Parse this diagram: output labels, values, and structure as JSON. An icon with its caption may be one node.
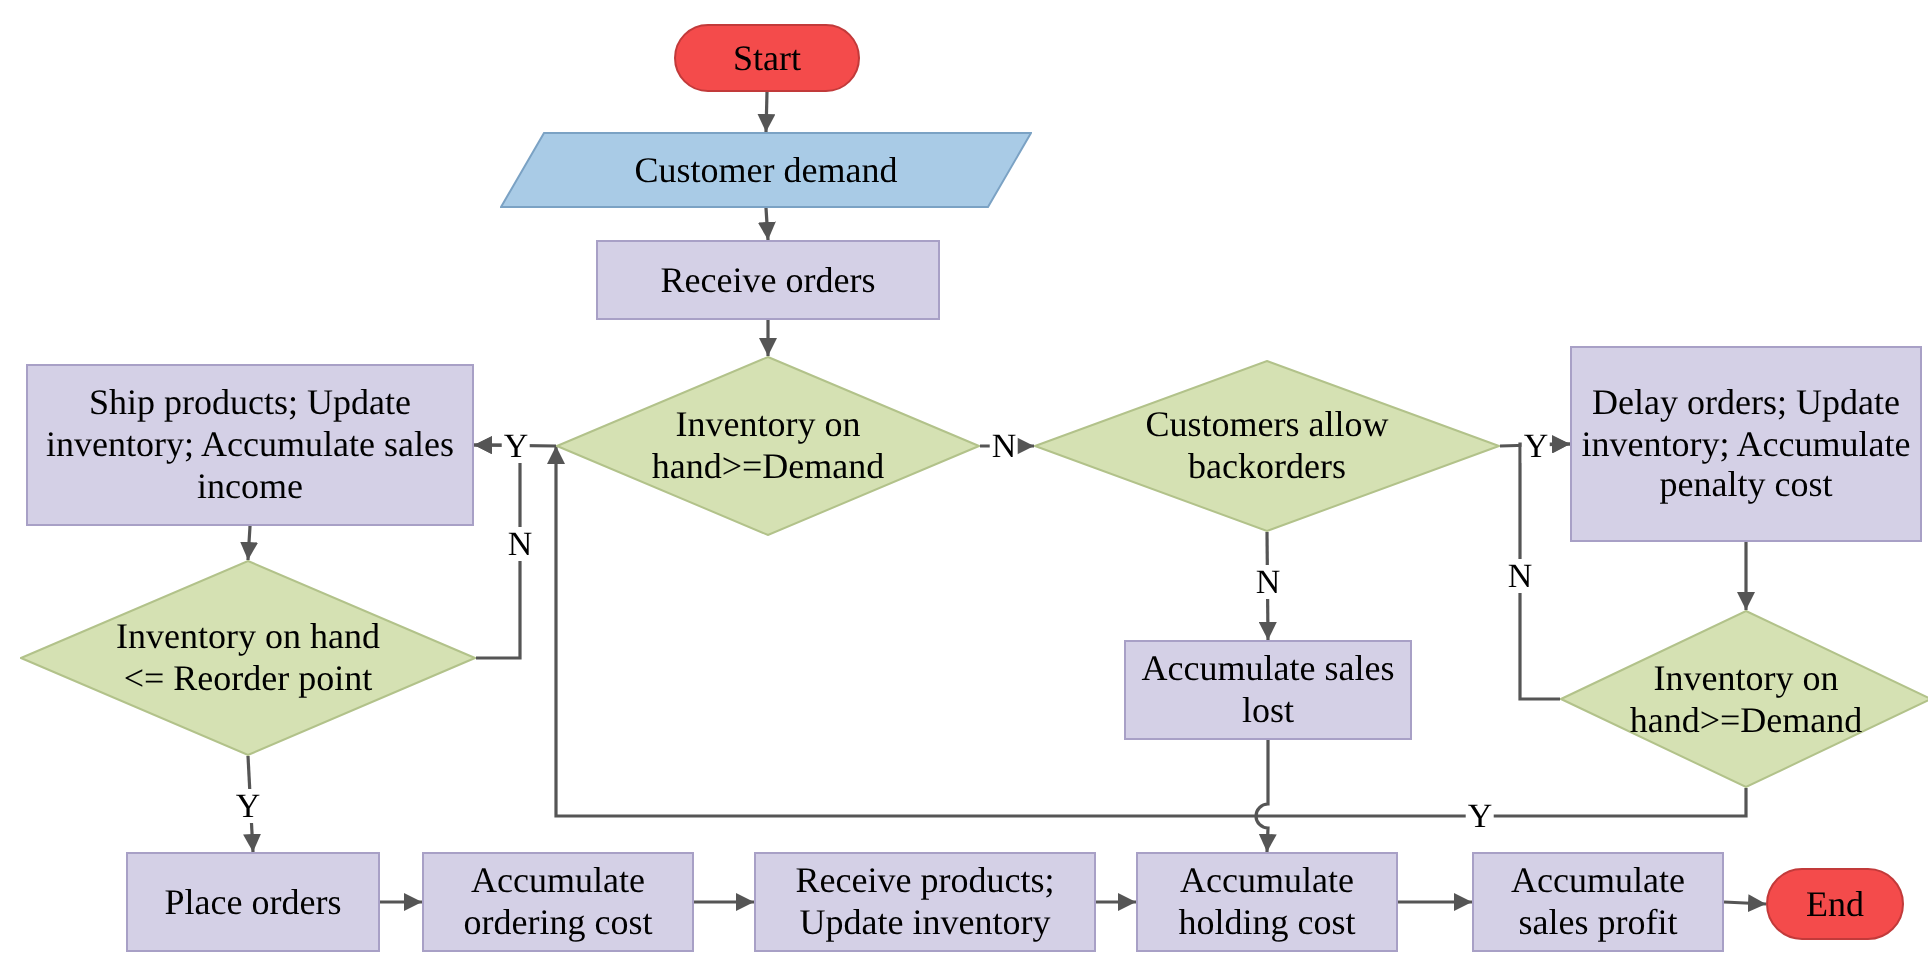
{
  "diagram": {
    "nodes": [
      {
        "text": [
          "Start"
        ]
      },
      {
        "text": [
          "Customer demand"
        ]
      },
      {
        "text": [
          "Receive orders"
        ]
      },
      {
        "text": [
          "Inventory on hand>=Demand"
        ]
      },
      {
        "text": [
          "Customers allow backorders"
        ]
      },
      {
        "text": [
          "Ship products; Update inventory; Accumulate sales income"
        ]
      },
      {
        "text": [
          "Delay orders; Update inventory; Accumulate penalty cost"
        ]
      },
      {
        "text": [
          "Inventory on hand <= Reorder point"
        ]
      },
      {
        "text": [
          "Accumulate sales lost"
        ]
      },
      {
        "text": [
          "Inventory on hand>=Demand"
        ]
      },
      {
        "text": [
          "Place orders"
        ]
      },
      {
        "text": [
          "Accumulate ordering cost"
        ]
      },
      {
        "text": [
          "Receive products; Update inventory"
        ]
      },
      {
        "text": [
          "Accumulate holding cost"
        ]
      },
      {
        "text": [
          "Accumulate sales profit"
        ]
      },
      {
        "text": [
          "End"
        ]
      }
    ],
    "edges": [
      {
        "from": 0,
        "to": 1,
        "arrow": "to"
      },
      {
        "from": 1,
        "to": 2,
        "arrow": "to"
      },
      {
        "from": 2,
        "to": 3,
        "arrow": "to"
      },
      {
        "from": 3,
        "to": 5,
        "arrow": "to",
        "label": "Y"
      },
      {
        "from": 3,
        "to": 4,
        "arrow": "to",
        "label": "N"
      },
      {
        "from": 4,
        "to": 6,
        "arrow": "to",
        "label": "Y"
      },
      {
        "from": 4,
        "to": 8,
        "arrow": "to",
        "label": "N"
      },
      {
        "from": 5,
        "to": 7,
        "arrow": "to"
      },
      {
        "from": 7,
        "to": 5,
        "arrow": "to",
        "label": "N"
      },
      {
        "from": 7,
        "to": 10,
        "arrow": "to",
        "label": "Y"
      },
      {
        "from": 6,
        "to": 9,
        "arrow": "to"
      },
      {
        "from": 9,
        "to": 6,
        "arrow": "to",
        "label": "N"
      },
      {
        "from": 9,
        "to": 3,
        "arrow": "to",
        "label": "Y"
      },
      {
        "from": 8,
        "to": 13,
        "arrow": "to"
      },
      {
        "from": 10,
        "to": 11,
        "arrow": "to"
      },
      {
        "from": 11,
        "to": 12,
        "arrow": "to"
      },
      {
        "from": 12,
        "to": 13,
        "arrow": "to"
      },
      {
        "from": 13,
        "to": 14,
        "arrow": "to"
      },
      {
        "from": 14,
        "to": 15,
        "arrow": "to"
      }
    ]
  }
}
